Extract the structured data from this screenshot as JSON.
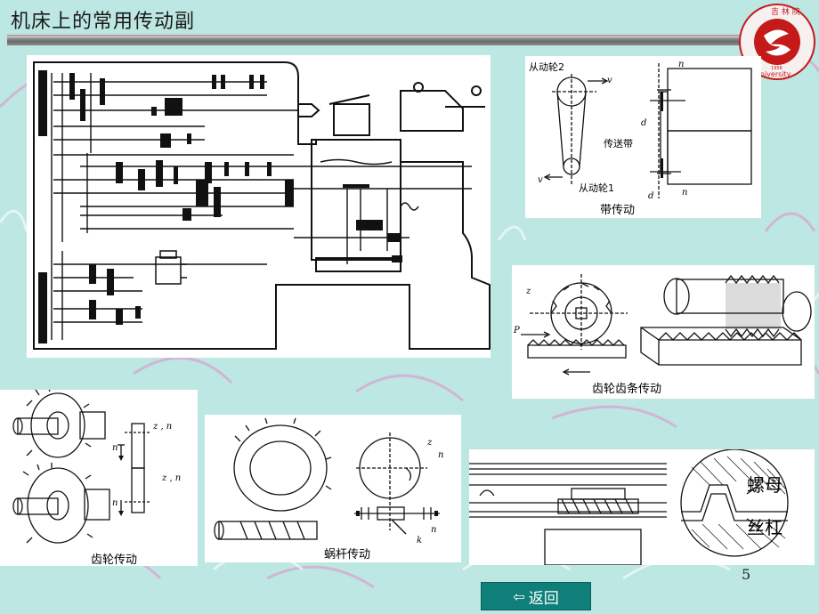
{
  "slide": {
    "title": "机床上的常用传动副",
    "page_number": "5",
    "back_button": {
      "icon": "left-arrow-icon",
      "label": "返回"
    },
    "colors": {
      "background": "#bde7e2",
      "title_bar": "#7d7d7d",
      "button": "#0f7f7a",
      "logo_red": "#c41a1a"
    }
  },
  "logo": {
    "text_top": "吉 林 ... 院",
    "text_ring": "B... University",
    "year": "1958"
  },
  "belt_drive": {
    "caption": "带传动",
    "driven_wheel": "从动轮2",
    "driving_wheel": "从动轮1",
    "belt": "传送带",
    "v_top": "v",
    "v_bottom": "v",
    "n2": "n",
    "d2": "d",
    "d1": "d",
    "n1": "n"
  },
  "rack_drive": {
    "caption": "齿轮齿条传动",
    "z": "z",
    "p": "P"
  },
  "gear_drive": {
    "caption": "齿轮传动",
    "z1n1": "z , n",
    "z2n2": "z , n",
    "arrow_top": "n",
    "arrow_bottom": "n"
  },
  "worm_drive": {
    "caption": "蜗杆传动",
    "z": "z",
    "n2": "n",
    "n1": "n",
    "k": "k"
  },
  "screw_drive": {
    "nut": "螺母",
    "screw": "丝杠"
  }
}
